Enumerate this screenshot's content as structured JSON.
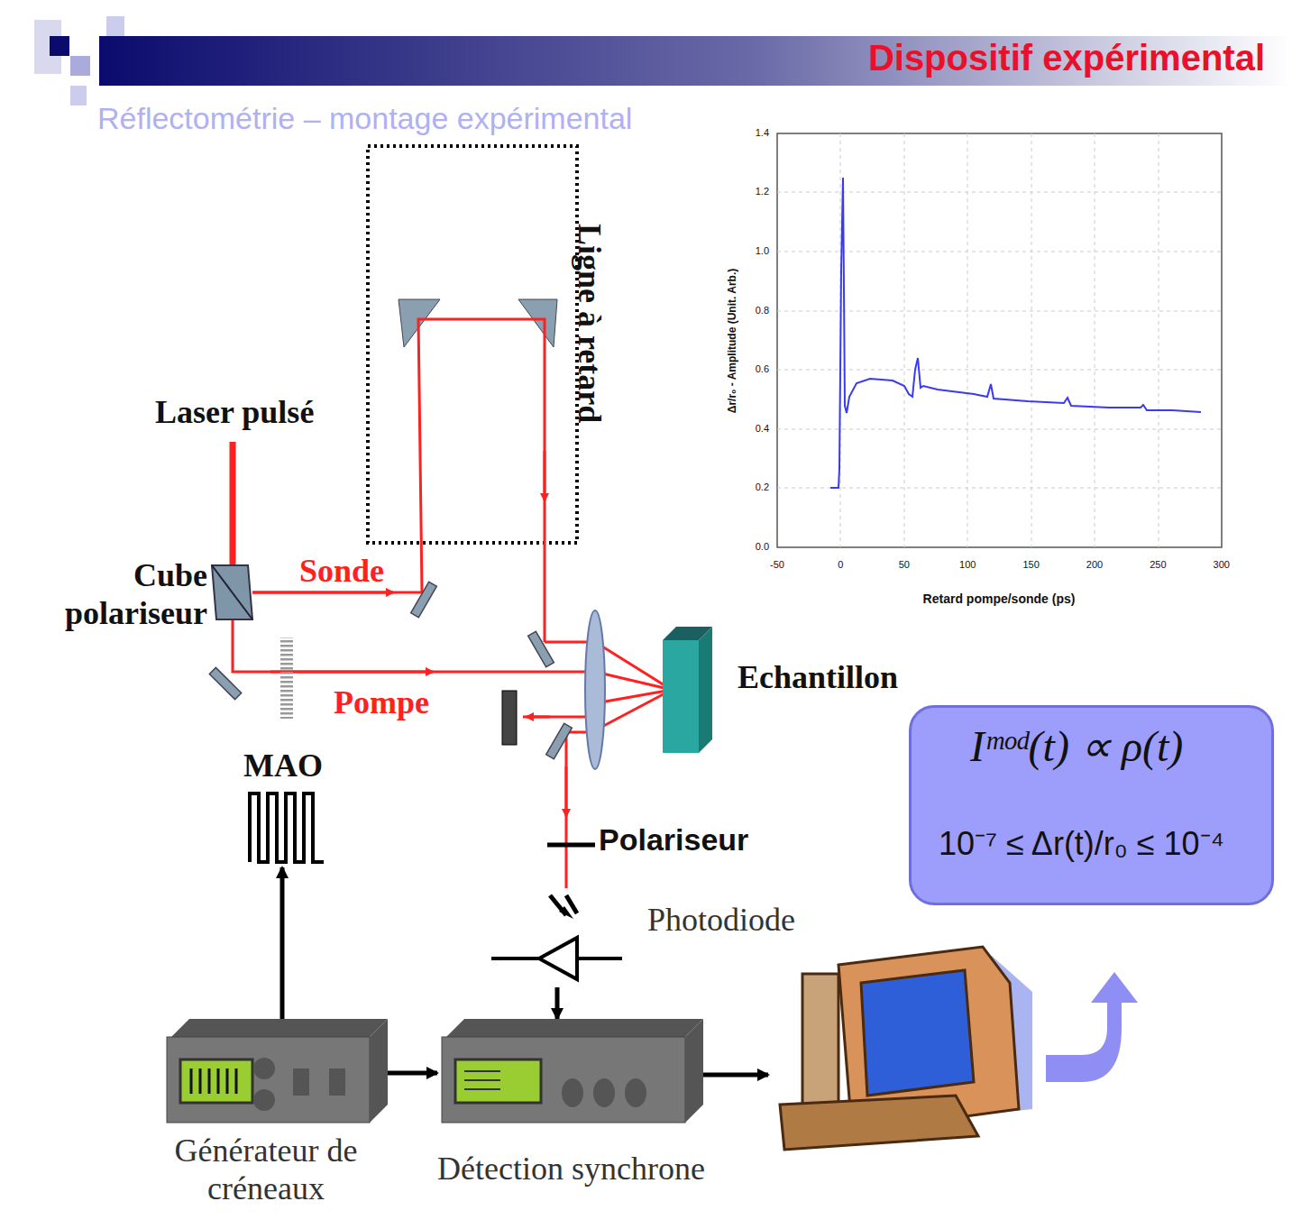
{
  "diagram": {
    "title": "Dispositif expérimental",
    "nodes": [
      {
        "text": [
          "Cube polariseur"
        ]
      },
      {
        "text": [
          "Echantillon"
        ]
      },
      {
        "text": [
          "Iᵐᵒᵈ(t) ∝ ρ(t)",
          "10⁻⁷ ≤ Δr(t)/r₀ ≤ 10⁻⁴"
        ]
      },
      {
        "text": [
          "MAO"
        ]
      },
      {
        "text": [
          "Photodiode"
        ]
      },
      {
        "text": [
          "Générateur de créneaux"
        ]
      },
      {
        "text": [
          "Détection synchrone"
        ]
      }
    ],
    "edges": [
      {
        "from": 5,
        "to": 3,
        "arrow": "to"
      },
      {
        "from": 5,
        "to": 6,
        "arrow": "to"
      },
      {
        "from": 4,
        "to": 6,
        "arrow": "to"
      }
    ],
    "labels": [
      "Réflectométrie – montage expérimental",
      "Laser pulsé",
      "Sonde",
      "Pompe",
      "Ligne à retard",
      "Polariseur",
      "Δr/r₀ - Amplitude (Unit. Arb.)",
      "Retard pompe/sonde (ps)",
      "0.0",
      "0.2",
      "0.4",
      "0.6",
      "0.8",
      "1.0",
      "1.2",
      "1.4",
      "-50",
      "0",
      "50",
      "100",
      "150",
      "200",
      "250",
      "300"
    ]
  }
}
